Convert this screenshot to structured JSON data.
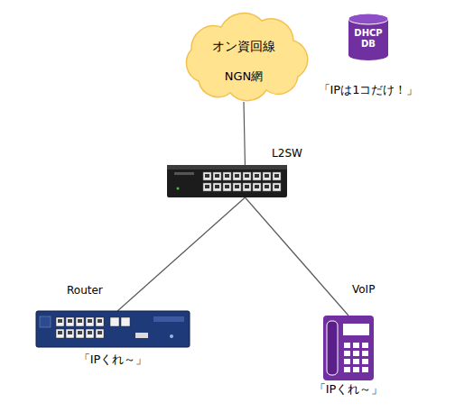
{
  "diagram": {
    "nodes": [
      {
        "text": [
          "オン資回線",
          "NGN網"
        ]
      },
      {
        "text": [
          "DHCP DB",
          "「IPは1コだけ！」"
        ]
      },
      {
        "text": [
          "L2SW"
        ]
      },
      {
        "text": [
          "Router",
          "「IPくれ～」"
        ]
      },
      {
        "text": [
          "VoIP",
          "「IPくれ～」"
        ]
      }
    ],
    "edges": [
      {
        "from": 0,
        "to": 2,
        "arrow": "none"
      },
      {
        "from": 2,
        "to": 3,
        "arrow": "none"
      },
      {
        "from": 2,
        "to": 4,
        "arrow": "none"
      }
    ]
  }
}
